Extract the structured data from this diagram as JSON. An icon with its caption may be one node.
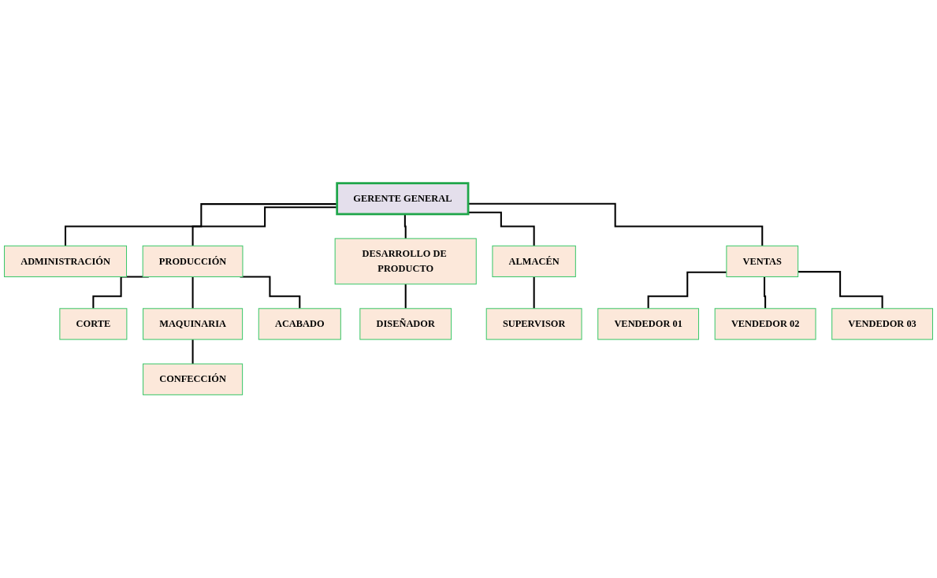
{
  "diagram": {
    "nodes": [
      {
        "text": [
          "GERENTE GENERAL"
        ]
      },
      {
        "text": [
          "ADMINISTRACIÓN"
        ]
      },
      {
        "text": [
          "PRODUCCIÓN"
        ]
      },
      {
        "text": [
          "DESARROLLO DE PRODUCTO"
        ]
      },
      {
        "text": [
          "ALMACÉN"
        ]
      },
      {
        "text": [
          "VENTAS"
        ]
      },
      {
        "text": [
          "CORTE"
        ]
      },
      {
        "text": [
          "MAQUINARIA"
        ]
      },
      {
        "text": [
          "CONFECCIÓN"
        ]
      },
      {
        "text": [
          "ACABADO"
        ]
      },
      {
        "text": [
          "DISEÑADOR"
        ]
      },
      {
        "text": [
          "SUPERVISOR"
        ]
      },
      {
        "text": [
          "VENDEDOR 01"
        ]
      },
      {
        "text": [
          "VENDEDOR 02"
        ]
      },
      {
        "text": [
          "VENDEDOR 03"
        ]
      }
    ],
    "edges": [
      {
        "from": 0,
        "to": 1,
        "arrow": "none"
      },
      {
        "from": 0,
        "to": 2,
        "arrow": "none"
      },
      {
        "from": 0,
        "to": 3,
        "arrow": "none"
      },
      {
        "from": 0,
        "to": 4,
        "arrow": "none"
      },
      {
        "from": 0,
        "to": 5,
        "arrow": "none"
      },
      {
        "from": 2,
        "to": 6,
        "arrow": "none"
      },
      {
        "from": 2,
        "to": 7,
        "arrow": "none"
      },
      {
        "from": 2,
        "to": 9,
        "arrow": "none"
      },
      {
        "from": 7,
        "to": 8,
        "arrow": "none"
      },
      {
        "from": 3,
        "to": 10,
        "arrow": "none"
      },
      {
        "from": 4,
        "to": 11,
        "arrow": "none"
      },
      {
        "from": 5,
        "to": 12,
        "arrow": "none"
      },
      {
        "from": 5,
        "to": 13,
        "arrow": "none"
      },
      {
        "from": 5,
        "to": 14,
        "arrow": "none"
      }
    ]
  }
}
